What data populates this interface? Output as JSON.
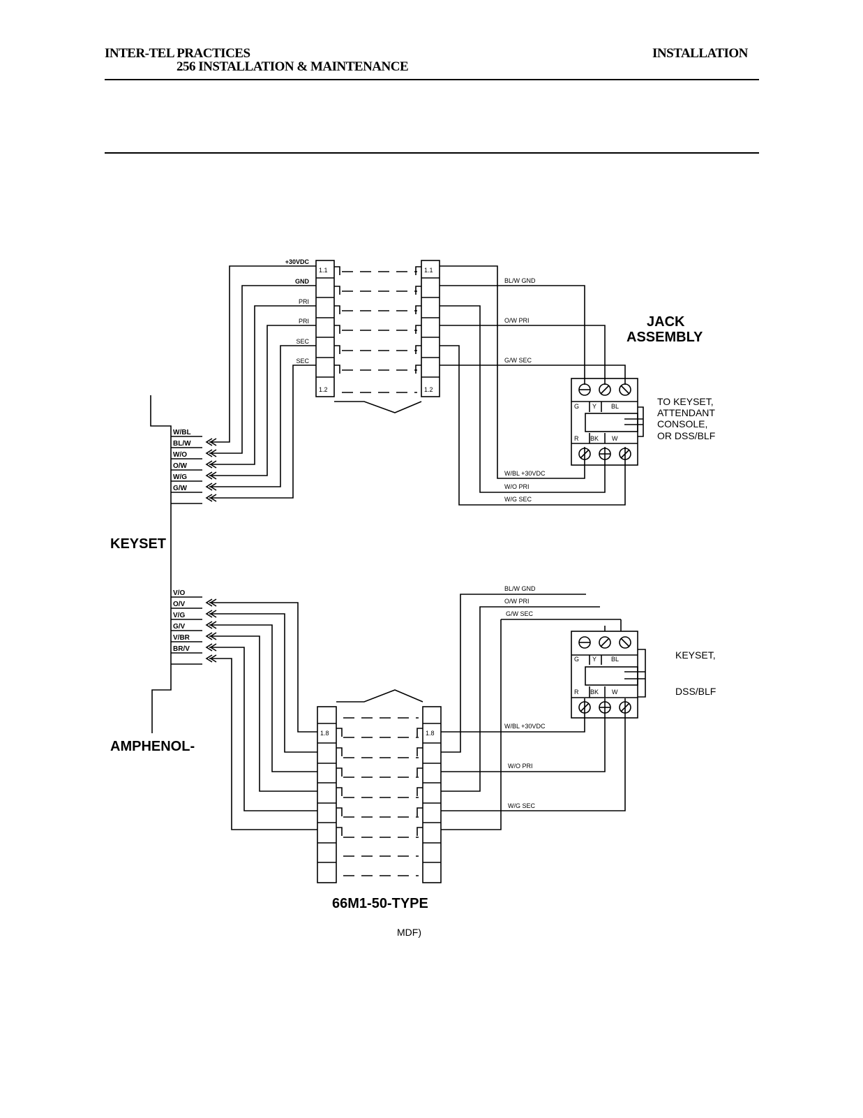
{
  "header": {
    "left_line1": "INTER-TEL PRACTICES",
    "left_line2": "256 INSTALLATION & MAINTENANCE",
    "right": "INSTALLATION"
  },
  "keyset": {
    "label": "KEYSET",
    "amphenol_label": "AMPHENOL-",
    "top_pins": [
      "W/BL",
      "BL/W",
      "W/O",
      "O/W",
      "W/G",
      "G/W"
    ],
    "bottom_pins": [
      "V/O",
      "O/V",
      "V/G",
      "G/V",
      "V/BR",
      "BR/V"
    ]
  },
  "top_block": {
    "left_wire_labels": [
      "+30VDC",
      "GND",
      "PRI",
      "PRI",
      "SEC",
      "SEC"
    ],
    "row_first": "1.1",
    "row_last": "1.2",
    "right_wire_labels": [
      "BL/W GND",
      "O/W PRI",
      "G/W SEC",
      "W/BL +30VDC",
      "W/O PRI",
      "W/G SEC"
    ]
  },
  "bottom_block": {
    "row_label": "1.8",
    "right_wire_labels": [
      "BL/W GND",
      "O/W PRI",
      "G/W SEC",
      "W/BL +30VDC",
      "W/O PRI",
      "W/G SEC"
    ],
    "type_label": "66M1-50-TYPE",
    "sub_label": "MDF)"
  },
  "jack_top": {
    "title_line1": "JACK",
    "title_line2": "ASSEMBLY",
    "terminals_top": [
      "G",
      "Y",
      "BL"
    ],
    "terminals_bottom": [
      "R",
      "BK",
      "W"
    ],
    "dest_lines": [
      "TO KEYSET,",
      "ATTENDANT",
      "CONSOLE,",
      "OR DSS/BLF"
    ]
  },
  "jack_bottom": {
    "terminals_top": [
      "G",
      "Y",
      "BL"
    ],
    "terminals_bottom": [
      "R",
      "BK",
      "W"
    ],
    "dest_lines": [
      "KEYSET,",
      "DSS/BLF"
    ]
  }
}
